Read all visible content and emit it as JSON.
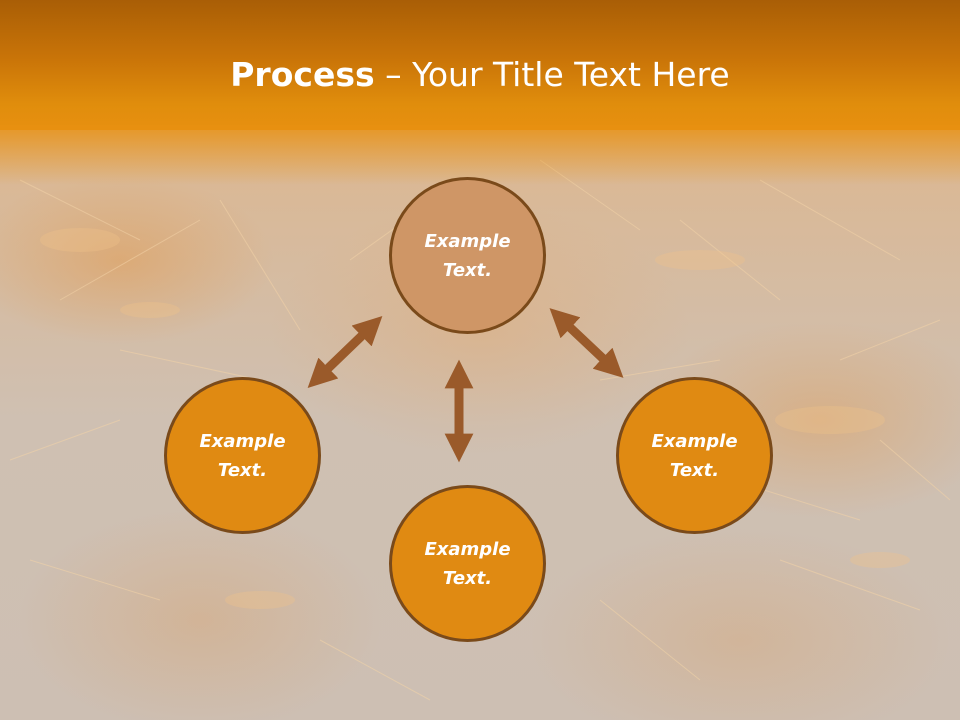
{
  "slide": {
    "title_bold": "Process",
    "title_rest": " – Your Title Text Here"
  },
  "diagram": {
    "nodes": [
      {
        "id": "top",
        "text_line1": "Example",
        "text_line2": "Text."
      },
      {
        "id": "left",
        "text_line1": "Example",
        "text_line2": "Text."
      },
      {
        "id": "right",
        "text_line1": "Example",
        "text_line2": "Text."
      },
      {
        "id": "bottom",
        "text_line1": "Example",
        "text_line2": "Text."
      }
    ],
    "connectors": [
      {
        "from": "top",
        "to": "left",
        "type": "double-arrow"
      },
      {
        "from": "top",
        "to": "right",
        "type": "double-arrow"
      },
      {
        "from": "top",
        "to": "bottom",
        "type": "double-arrow"
      }
    ]
  },
  "colors": {
    "header": "#e08d0c",
    "node_fill": "#e08a12",
    "top_node_fill": "#cf9666",
    "node_border": "#7a4a1a",
    "arrow": "#9a5a2a"
  }
}
